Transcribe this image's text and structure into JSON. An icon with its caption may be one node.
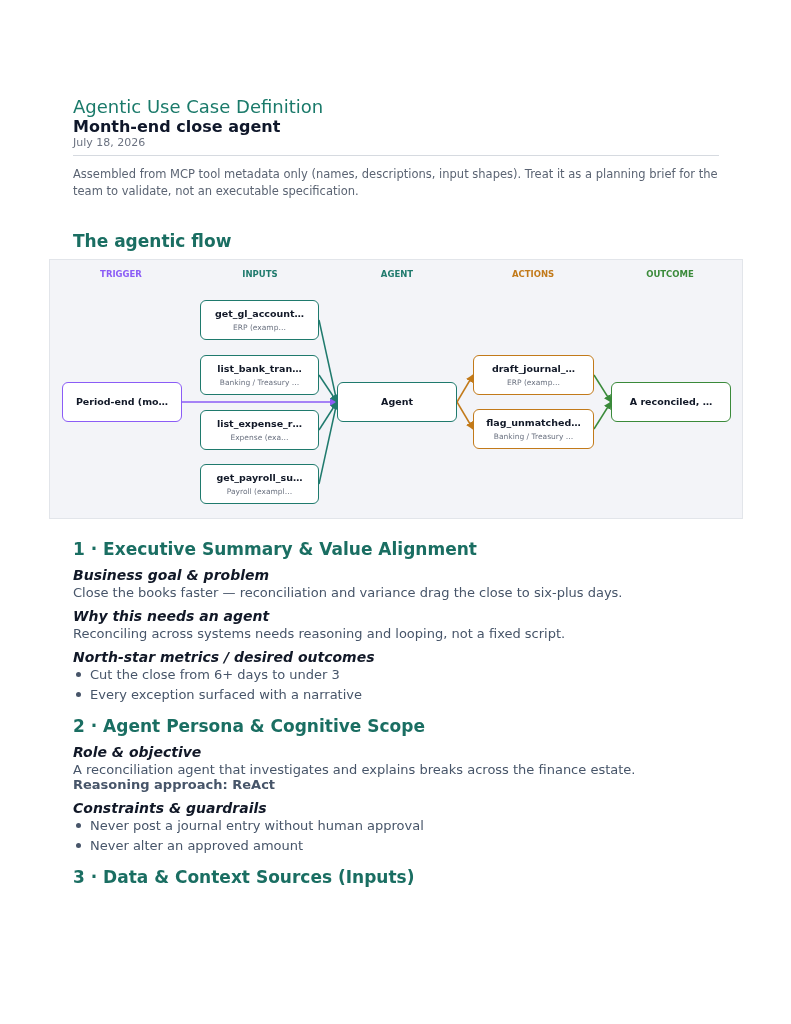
{
  "diagram": {
    "title": "Agentic Use Case Definition",
    "nodes": [
      {
        "text": [
          "Period-end (mo…"
        ]
      },
      {
        "text": [
          "get_gl_account…",
          "ERP (examp…"
        ]
      },
      {
        "text": [
          "list_bank_tran…",
          "Banking / Treasury …"
        ]
      },
      {
        "text": [
          "list_expense_r…",
          "Expense (exa…"
        ]
      },
      {
        "text": [
          "get_payroll_su…",
          "Payroll (exampl…"
        ]
      },
      {
        "text": [
          "Agent"
        ]
      },
      {
        "text": [
          "draft_journal_…",
          "ERP (examp…"
        ]
      },
      {
        "text": [
          "flag_unmatched…",
          "Banking / Treasury …"
        ]
      },
      {
        "text": [
          "A reconciled, …"
        ]
      }
    ],
    "edges": [
      {
        "from": 0,
        "to": 5,
        "arrow": "to",
        "color": "#8b5cf6"
      },
      {
        "from": 1,
        "to": 5,
        "arrow": "to"
      },
      {
        "from": 2,
        "to": 5,
        "arrow": "to"
      },
      {
        "from": 3,
        "to": 5,
        "arrow": "to"
      },
      {
        "from": 4,
        "to": 5,
        "arrow": "to"
      },
      {
        "from": 5,
        "to": 6,
        "arrow": "to",
        "color": "#c27a1a"
      },
      {
        "from": 5,
        "to": 7,
        "arrow": "to",
        "color": "#c27a1a"
      },
      {
        "from": 6,
        "to": 8,
        "arrow": "to",
        "color": "#3a8a3a"
      },
      {
        "from": 7,
        "to": 8,
        "arrow": "to",
        "color": "#3a8a3a"
      }
    ],
    "labels": [
      "Month-end close agent",
      "July 18, 2026",
      "Assembled from MCP tool metadata only (names, descriptions, input shapes). Treat it as a planning brief for the team to validate, not an executable specification.",
      "The agentic flow",
      "TRIGGER",
      "INPUTS",
      "AGENT",
      "ACTIONS",
      "OUTCOME",
      "1 · Executive Summary & Value Alignment",
      "Business goal & problem",
      "Close the books faster — reconciliation and variance drag the close to six-plus days.",
      "Why this needs an agent",
      "Reconciling across systems needs reasoning and looping, not a fixed script.",
      "North-star metrics / desired outcomes",
      "Cut the close from 6+ days to under 3",
      "Every exception surfaced with a narrative",
      "2 · Agent Persona & Cognitive Scope",
      "Role & objective",
      "A reconciliation agent that investigates and explains breaks across the finance estate.",
      "Reasoning approach: ReAct",
      "Constraints & guardrails",
      "Never post a journal entry without human approval",
      "Never alter an approved amount",
      "3 · Data & Context Sources (Inputs)"
    ]
  }
}
